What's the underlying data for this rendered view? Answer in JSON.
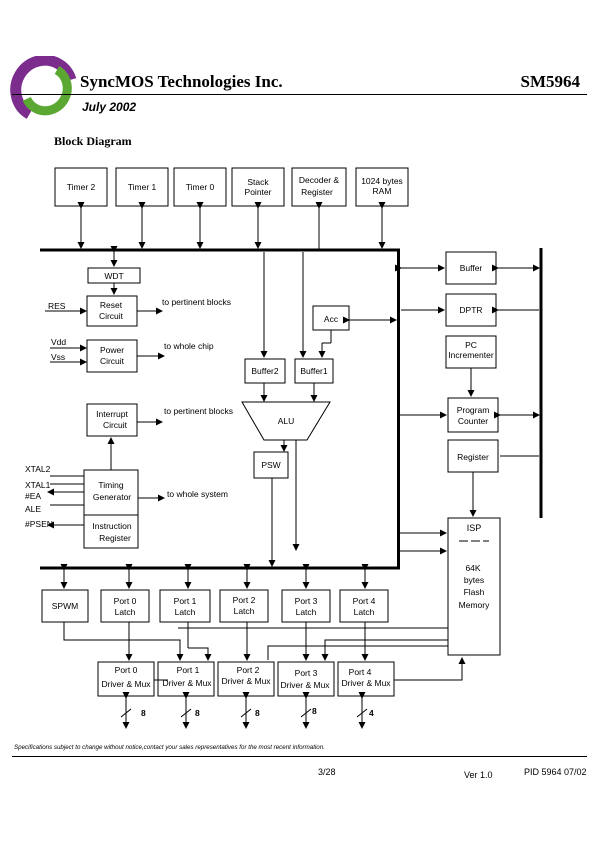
{
  "header": {
    "company": "SyncMOS Technologies Inc.",
    "part_number": "SM5964",
    "date": "July 2002",
    "section_title": "Block Diagram",
    "logo_colors": {
      "purple": "#7b2c8c",
      "green": "#5aa832"
    }
  },
  "blocks": {
    "timer2": "Timer 2",
    "timer1": "Timer 1",
    "timer0": "Timer 0",
    "stack_pointer": [
      "Stack",
      "Pointer"
    ],
    "decoder_register": [
      "Decoder &",
      "Register"
    ],
    "ram": [
      "1024 bytes",
      "RAM"
    ],
    "wdt": "WDT",
    "reset_circuit": [
      "Reset",
      "Circuit"
    ],
    "power_circuit": [
      "Power",
      "Circuit"
    ],
    "interrupt_circuit": [
      "Interrupt",
      "Circuit"
    ],
    "timing_generator": [
      "Timing",
      "Generator"
    ],
    "instruction_register": [
      "Instruction",
      "Register"
    ],
    "acc": "Acc",
    "buffer2": "Buffer2",
    "buffer1": "Buffer1",
    "alu": "ALU",
    "psw": "PSW",
    "buffer": "Buffer",
    "dptr": "DPTR",
    "pc_incrementer": [
      "PC",
      "Incrementer"
    ],
    "program_counter": [
      "Program",
      "Counter"
    ],
    "register": "Register",
    "isp": "ISP",
    "flash": [
      "64K",
      "bytes",
      "Flash",
      "Memory"
    ],
    "spwm": "SPWM",
    "port_latches": [
      [
        "Port 0",
        "Latch"
      ],
      [
        "Port 1",
        "Latch"
      ],
      [
        "Port 2",
        "Latch"
      ],
      [
        "Port 3",
        "Latch"
      ],
      [
        "Port 4",
        "Latch"
      ]
    ],
    "port_drivers": [
      [
        "Port 0",
        "Driver & Mux"
      ],
      [
        "Port 1",
        "Driver & Mux"
      ],
      [
        "Port 2",
        "Driver & Mux"
      ],
      [
        "Port 3",
        "Driver & Mux"
      ],
      [
        "Port 4",
        "Driver & Mux"
      ]
    ]
  },
  "annotations": {
    "to_pertinent_blocks_1": "to pertinent blocks",
    "to_whole_chip": "to whole chip",
    "to_pertinent_blocks_2": "to pertinent blocks",
    "to_whole_system": "to whole system"
  },
  "signals": {
    "res": "RES",
    "vdd": "Vdd",
    "vss": "Vss",
    "xtal2": "XTAL2",
    "xtal1": "XTAL1",
    "ea": "#EA",
    "ale": "ALE",
    "psen": "#PSEN"
  },
  "bus_widths": [
    "8",
    "8",
    "8",
    "8",
    "4"
  ],
  "footer": {
    "note": "Specifications subject to change without notice,contact your sales representatives for the most recent information.",
    "page": "3/28",
    "version": "Ver 1.0",
    "pid": "PID 5964 07/02"
  }
}
